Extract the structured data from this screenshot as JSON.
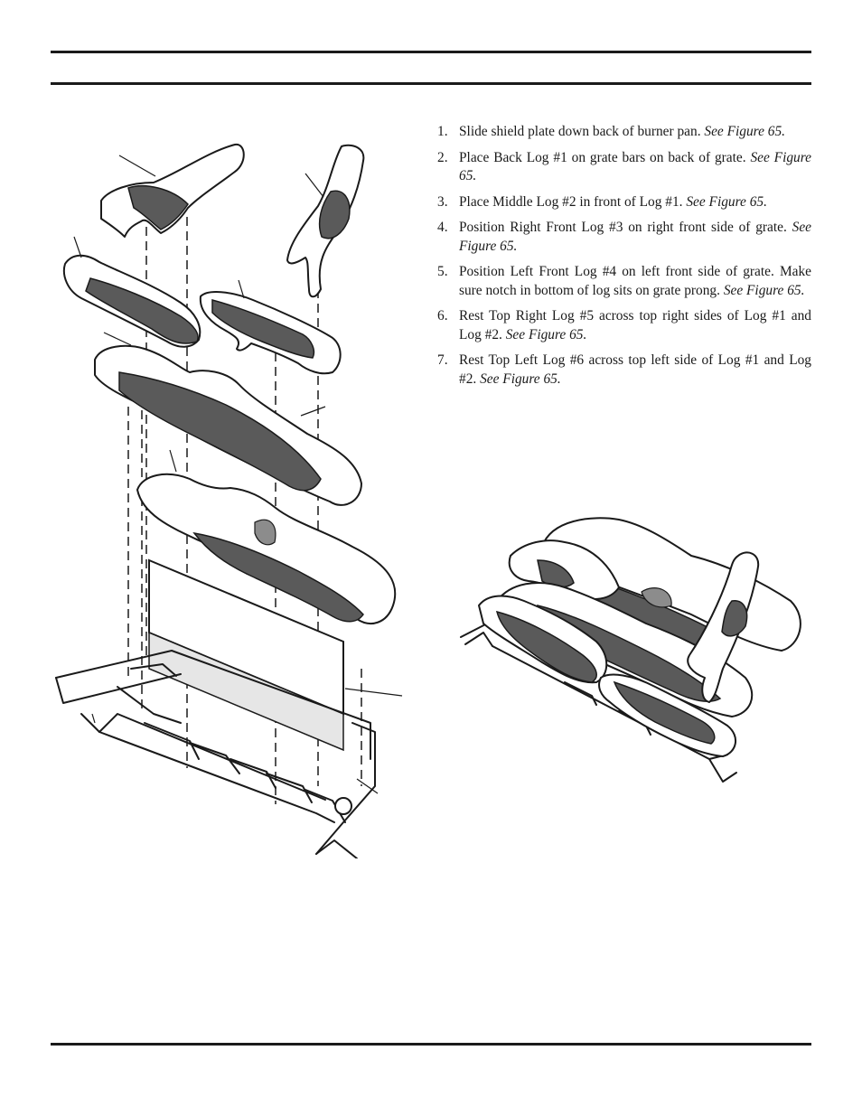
{
  "instructions": {
    "steps": [
      {
        "num": "1.",
        "text": "Slide shield plate down back of burner pan. ",
        "ref": "See Figure 65."
      },
      {
        "num": "2.",
        "text": "Place Back Log #1 on grate bars on back of grate. ",
        "ref": "See Figure 65."
      },
      {
        "num": "3.",
        "text": "Place Middle Log #2 in front of Log #1. ",
        "ref": "See Figure 65."
      },
      {
        "num": "4.",
        "text": "Position Right Front Log #3 on right front side of grate. ",
        "ref": "See Figure 65."
      },
      {
        "num": "5.",
        "text": "Position Left Front Log #4 on left front side of grate. Make sure notch in bottom of log sits on grate prong. ",
        "ref": "See Figure 65."
      },
      {
        "num": "6.",
        "text": "Rest Top Right Log #5 across top right sides of Log #1 and Log #2. ",
        "ref": "See Figure 65."
      },
      {
        "num": "7.",
        "text": "Rest Top Left Log #6 across top left side of Log #1 and Log #2. ",
        "ref": "See Figure 65."
      }
    ]
  }
}
